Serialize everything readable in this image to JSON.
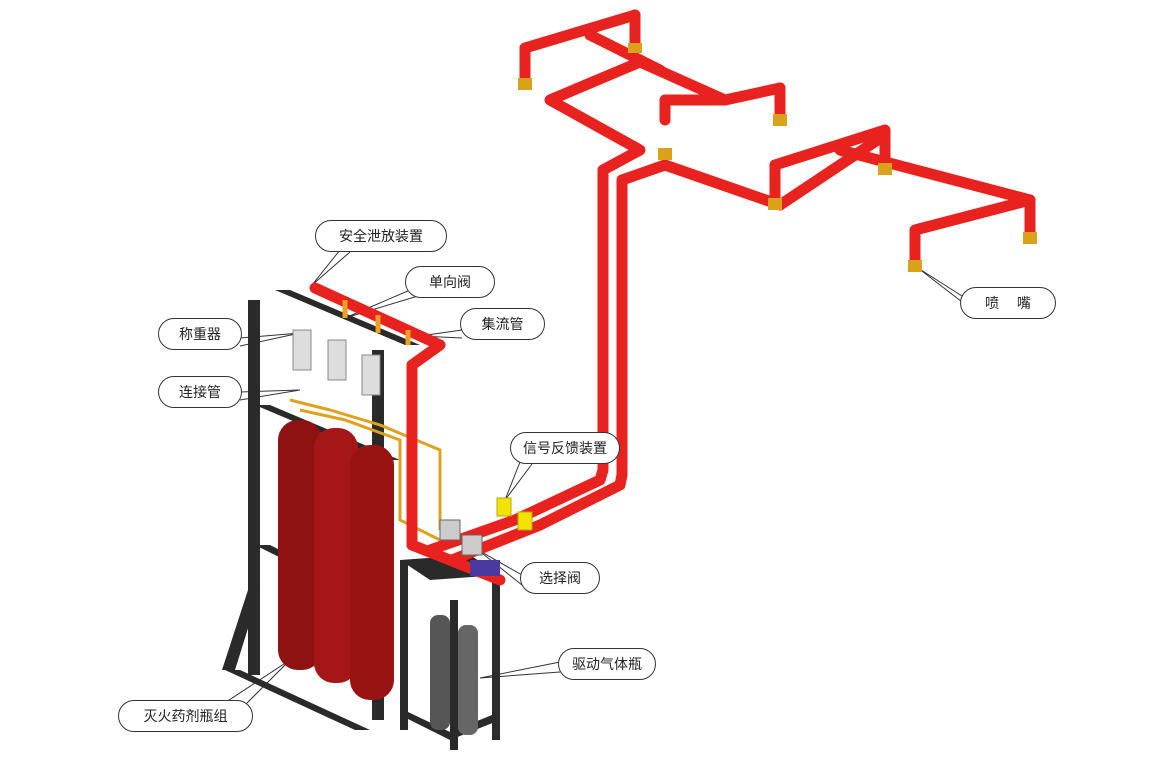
{
  "colors": {
    "pipe": "#e8231f",
    "pipe_dark": "#b51512",
    "cylinder": "#9e1414",
    "frame": "#2a2a2a",
    "nozzle": "#d9a21a",
    "feedback": "#f2e200"
  },
  "labels": {
    "safety_release": "安全泄放装置",
    "check_valve": "单向阀",
    "manifold": "集流管",
    "weighing_device": "称重器",
    "connecting_pipe": "连接管",
    "signal_feedback": "信号反馈装置",
    "selector_valve": "选择阀",
    "drive_gas_cylinder": "驱动气体瓶",
    "agent_cylinder_group": "灭火药剂瓶组",
    "nozzle": "喷    嘴"
  }
}
